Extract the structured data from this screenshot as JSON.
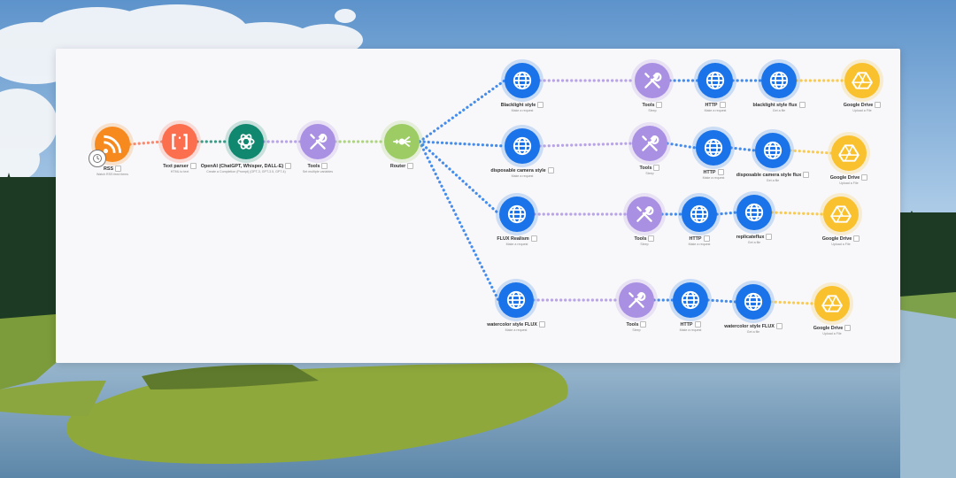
{
  "colors": {
    "rss": "#f78a1e",
    "text_parser": "#fb6f4f",
    "openai": "#10876f",
    "tools": "#a990e3",
    "router": "#9dcc65",
    "http": "#1a73e8",
    "google_drive": "#f8c12d"
  },
  "nodes": [
    {
      "id": "rss",
      "name": "RSS",
      "sub": "Watch RSS feed items",
      "icon": "rss-icon",
      "kind": "rss"
    },
    {
      "id": "text-parser",
      "name": "Text parser",
      "sub": "HTML to text",
      "icon": "brackets-icon",
      "kind": "text_parser"
    },
    {
      "id": "openai",
      "name": "OpenAI (ChatGPT, Whisper, DALL-E)",
      "sub": "Create a Completion (Prompt) (GPT-3, GPT-3.5, GPT-4)",
      "icon": "openai-icon",
      "kind": "openai"
    },
    {
      "id": "tools-main",
      "name": "Tools",
      "sub": "Set multiple variables",
      "icon": "wrench-screwdriver-icon",
      "kind": "tools"
    },
    {
      "id": "router",
      "name": "Router",
      "sub": "",
      "icon": "router-icon",
      "kind": "router"
    },
    {
      "id": "blacklight-style",
      "name": "Blacklight style",
      "sub": "Make a request",
      "icon": "globe-icon",
      "kind": "http"
    },
    {
      "id": "tools-1",
      "name": "Tools",
      "sub": "Sleep",
      "icon": "wrench-screwdriver-icon",
      "kind": "tools"
    },
    {
      "id": "http-1",
      "name": "HTTP",
      "sub": "Make a request",
      "icon": "globe-icon",
      "kind": "http"
    },
    {
      "id": "blacklight-style-flux",
      "name": "blacklight style flux",
      "sub": "Get a file",
      "icon": "globe-icon",
      "kind": "http"
    },
    {
      "id": "gdrive-1",
      "name": "Google Drive",
      "sub": "Upload a File",
      "icon": "google-drive-icon",
      "kind": "google_drive"
    },
    {
      "id": "disposable-camera-style",
      "name": "disposable camera style",
      "sub": "Make a request",
      "icon": "globe-icon",
      "kind": "http"
    },
    {
      "id": "tools-2",
      "name": "Tools",
      "sub": "Sleep",
      "icon": "wrench-screwdriver-icon",
      "kind": "tools"
    },
    {
      "id": "http-2",
      "name": "HTTP",
      "sub": "Make a request",
      "icon": "globe-icon",
      "kind": "http"
    },
    {
      "id": "disposable-camera-style-flux",
      "name": "disposable camera style flux",
      "sub": "Get a file",
      "icon": "globe-icon",
      "kind": "http"
    },
    {
      "id": "gdrive-2",
      "name": "Google Drive",
      "sub": "Upload a File",
      "icon": "google-drive-icon",
      "kind": "google_drive"
    },
    {
      "id": "flux-realism",
      "name": "FLUX Realism",
      "sub": "Make a request",
      "icon": "globe-icon",
      "kind": "http"
    },
    {
      "id": "tools-3",
      "name": "Tools",
      "sub": "Sleep",
      "icon": "wrench-screwdriver-icon",
      "kind": "tools"
    },
    {
      "id": "http-3",
      "name": "HTTP",
      "sub": "Make a request",
      "icon": "globe-icon",
      "kind": "http"
    },
    {
      "id": "replicateflux",
      "name": "replicateflux",
      "sub": "Get a file",
      "icon": "globe-icon",
      "kind": "http"
    },
    {
      "id": "gdrive-3",
      "name": "Google Drive",
      "sub": "Upload a File",
      "icon": "google-drive-icon",
      "kind": "google_drive"
    },
    {
      "id": "watercolor-style-flux-req",
      "name": "watercolor style FLUX",
      "sub": "Make a request",
      "icon": "globe-icon",
      "kind": "http"
    },
    {
      "id": "tools-4",
      "name": "Tools",
      "sub": "Sleep",
      "icon": "wrench-screwdriver-icon",
      "kind": "tools"
    },
    {
      "id": "http-4",
      "name": "HTTP",
      "sub": "Make a request",
      "icon": "globe-icon",
      "kind": "http"
    },
    {
      "id": "watercolor-style-flux",
      "name": "watercolor style FLUX",
      "sub": "Get a file",
      "icon": "globe-icon",
      "kind": "http"
    },
    {
      "id": "gdrive-4",
      "name": "Google Drive",
      "sub": "Upload a File",
      "icon": "google-drive-icon",
      "kind": "google_drive"
    }
  ]
}
